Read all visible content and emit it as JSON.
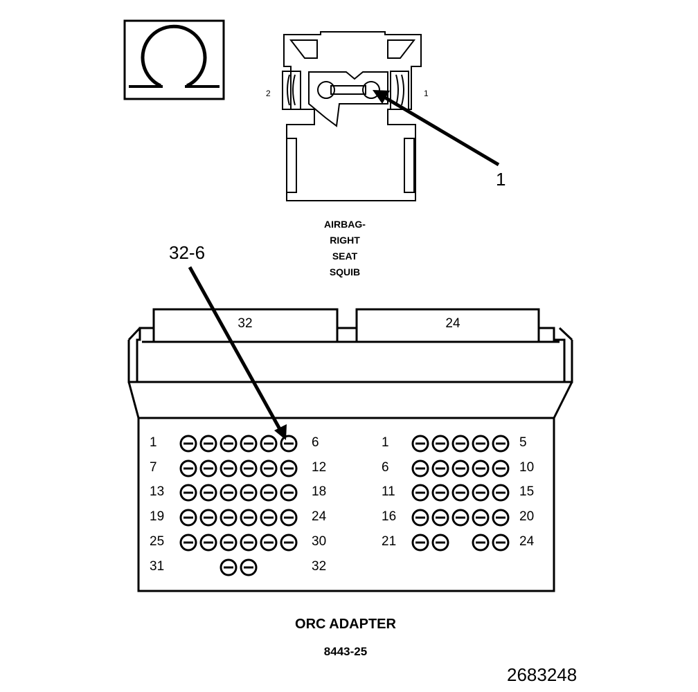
{
  "symbol": {
    "icon": "ohm-icon"
  },
  "squib": {
    "pin_left": "2",
    "pin_right": "1",
    "callout": "1",
    "label_lines": [
      "AIRBAG-",
      "RIGHT",
      "SEAT",
      "SQUIB"
    ]
  },
  "adapter": {
    "cavity_left": "32",
    "cavity_right": "24",
    "callout": "32-6",
    "left_rows": [
      {
        "start": "1",
        "end": "6",
        "pins": 6
      },
      {
        "start": "7",
        "end": "12",
        "pins": 6
      },
      {
        "start": "13",
        "end": "18",
        "pins": 6
      },
      {
        "start": "19",
        "end": "24",
        "pins": 6
      },
      {
        "start": "25",
        "end": "30",
        "pins": 6
      },
      {
        "start": "31",
        "end": "32",
        "pins": 2
      }
    ],
    "right_rows": [
      {
        "start": "1",
        "end": "5",
        "pins": 5
      },
      {
        "start": "6",
        "end": "10",
        "pins": 5
      },
      {
        "start": "11",
        "end": "15",
        "pins": 5
      },
      {
        "start": "16",
        "end": "20",
        "pins": 5
      },
      {
        "start": "21",
        "end": "24",
        "pins": 4
      }
    ],
    "title": "ORC ADAPTER",
    "part_number": "8443-25"
  },
  "figure_number": "2683248"
}
